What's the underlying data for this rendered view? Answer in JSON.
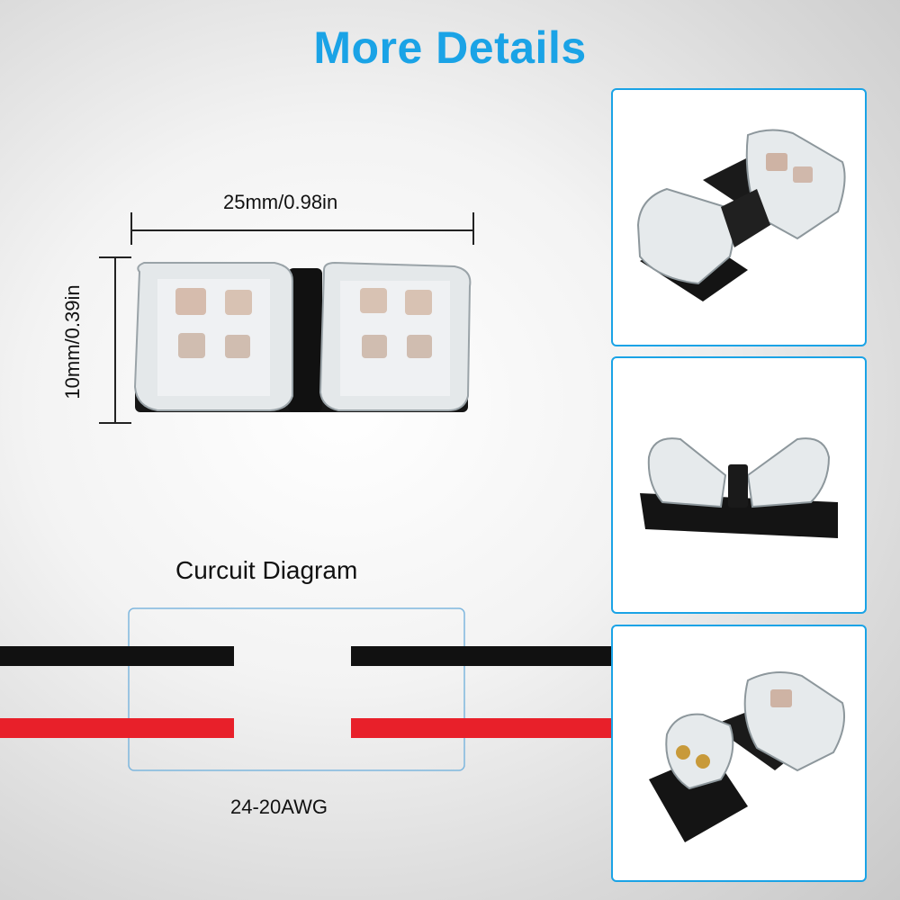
{
  "header": {
    "title": "More Details"
  },
  "dimensions": {
    "width_label": "25mm/0.98in",
    "height_label": "10mm/0.39in"
  },
  "diagram": {
    "title": "Curcuit Diagram",
    "wire_gauge": "24-20AWG"
  },
  "colors": {
    "accent": "#1aa3e6",
    "wire_black": "#111111",
    "wire_red": "#e8202a"
  },
  "panels": [
    {
      "icon": "connector-closed-top-view-icon"
    },
    {
      "icon": "connector-open-side-view-icon"
    },
    {
      "icon": "connector-wire-inserted-icon"
    }
  ]
}
